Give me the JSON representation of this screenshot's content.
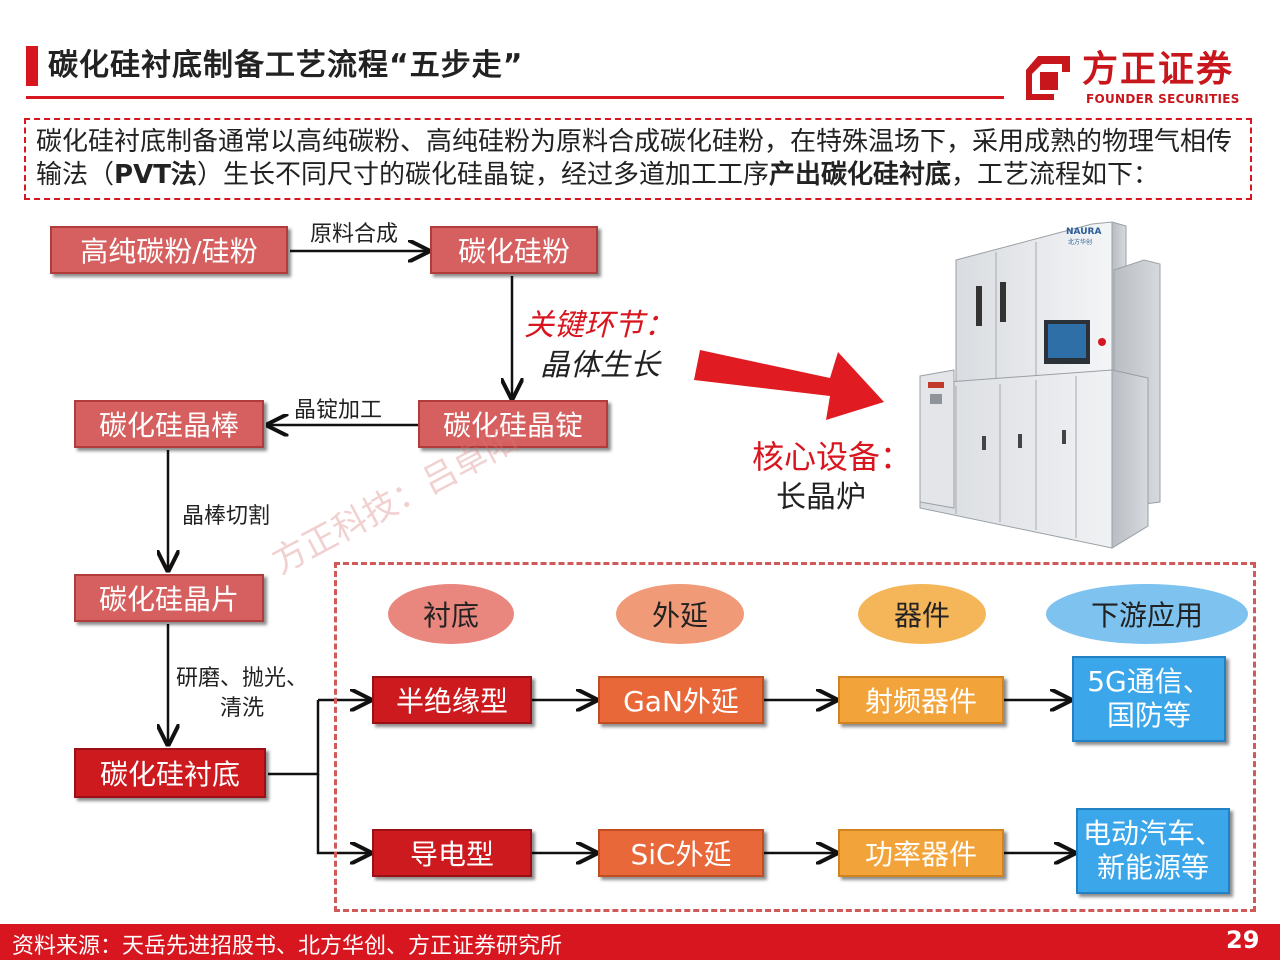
{
  "header": {
    "title": "碳化硅衬底制备工艺流程“五步走”",
    "logo_cn": "方正证券",
    "logo_en": "FOUNDER SECURITIES"
  },
  "intro": {
    "part1": "碳化硅衬底制备通常以高纯碳粉、高纯硅粉为原料合成碳化硅粉，在特殊温场下，采用成熟的物理气相传输法（",
    "bold1": "PVT法",
    "part2": "）生长不同尺寸的碳化硅晶锭，经过多道加工工序",
    "bold2": "产出碳化硅衬底",
    "part3": "，工艺流程如下："
  },
  "flow": {
    "raw": "高纯碳粉/硅粉",
    "powder": "碳化硅粉",
    "ingot": "碳化硅晶锭",
    "rod": "碳化硅晶棒",
    "wafer": "碳化硅晶片",
    "substrate": "碳化硅衬底",
    "step_synthesis": "原料合成",
    "step_ingot_processing": "晶锭加工",
    "step_rod_cutting": "晶棒切割",
    "step_polish": [
      "研磨、抛光、",
      "清洗"
    ]
  },
  "callouts": {
    "key_title": "关键环节：",
    "key_sub": "晶体生长",
    "core_title": "核心设备：",
    "core_sub": "长晶炉"
  },
  "equipment": {
    "brand": "NAURA",
    "brand_sub": "北方华创"
  },
  "categories": [
    "衬底",
    "外延",
    "器件",
    "下游应用"
  ],
  "rows": [
    {
      "substrate": "半绝缘型",
      "epitaxy": "GaN外延",
      "device": "射频器件",
      "application": [
        "5G通信、",
        "国防等"
      ]
    },
    {
      "substrate": "导电型",
      "epitaxy": "SiC外延",
      "device": "功率器件",
      "application": [
        "电动汽车、",
        "新能源等"
      ]
    }
  ],
  "watermark": "方正科技：吕卓阳",
  "footer": {
    "source": "资料来源：天岳先进招股书、北方华创、方正证券研究所",
    "page": "29"
  },
  "colors": {
    "brand_red": "#d7161f",
    "pink_box": "#d65f5f",
    "red_box": "#cc1a1f",
    "orange_box": "#e8683a",
    "amber_box": "#f2a43a",
    "blue_box": "#3ba7ea"
  }
}
